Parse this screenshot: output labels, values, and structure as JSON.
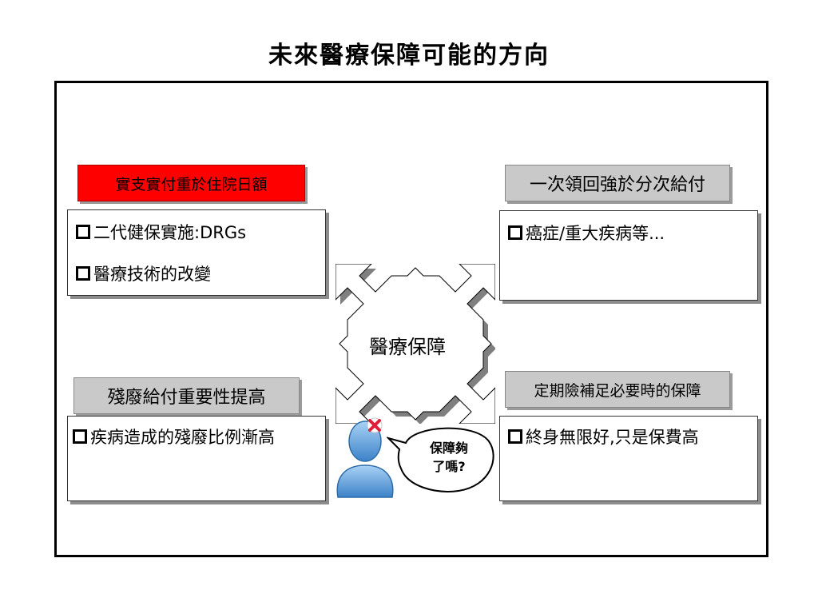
{
  "title": "未來醫療保障可能的方向",
  "center": "醫療保障",
  "top_left": {
    "label": "實支實付重於住院日額",
    "items": [
      "二代健保實施:DRGs",
      "醫療技術的改變"
    ]
  },
  "top_right": {
    "label": "一次領回強於分次給付",
    "items": [
      "癌症/重大疾病等..."
    ]
  },
  "bottom_left": {
    "label": "殘廢給付重要性提高",
    "items": [
      "疾病造成的殘廢比例漸高"
    ]
  },
  "bottom_right": {
    "label": "定期險補足必要時的保障",
    "items": [
      "終身無限好,只是保費高"
    ]
  },
  "bubble": {
    "line1": "保障夠",
    "line2": "了嗎?"
  },
  "colors": {
    "highlight_label": "#ff0000",
    "gray_label": "#c9c9c9",
    "person": "#5b9bd5"
  },
  "icons": [
    "person-icon",
    "red-x-icon",
    "four-way-arrow"
  ]
}
